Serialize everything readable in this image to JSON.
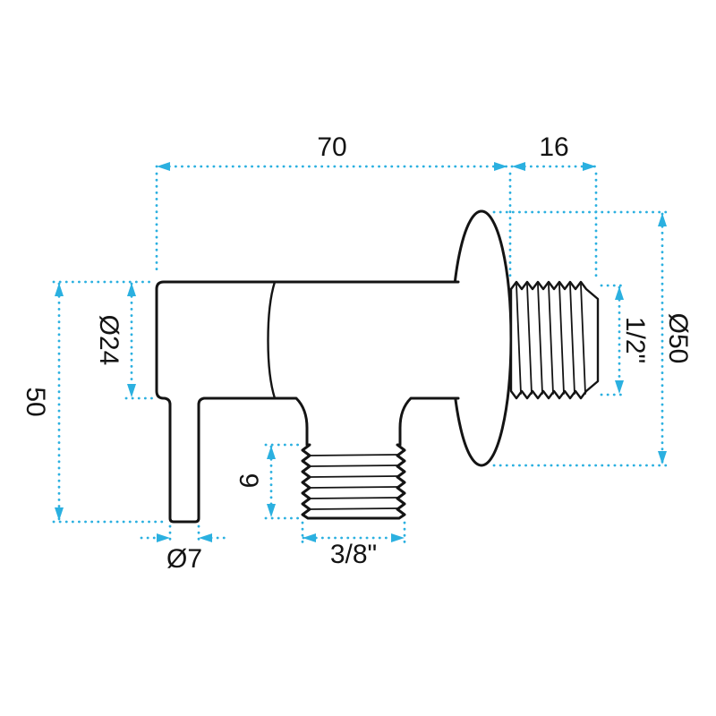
{
  "drawing": {
    "subject": "angle-valve-dimension-drawing"
  },
  "colors": {
    "dimension": "#2BB0E0",
    "outline": "#141414",
    "background": "#FFFFFF"
  },
  "labels": {
    "body_length": "70",
    "right_thread_length": "16",
    "flange_diameter": "Ø50",
    "right_thread_size": "1/2\"",
    "body_diameter": "Ø24",
    "overall_height": "50",
    "bottom_thread_length": "9",
    "bottom_thread_size": "3/8\"",
    "handle_diameter": "Ø7"
  }
}
